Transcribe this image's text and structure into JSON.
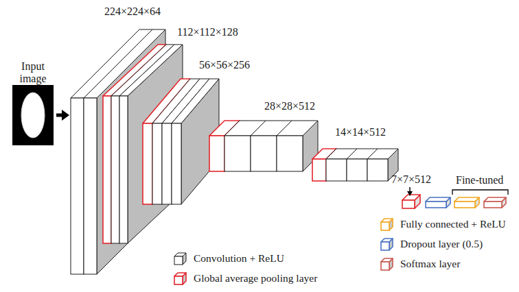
{
  "diagram": {
    "labels": [
      "Input image",
      "224×224×64",
      "112×112×128",
      "56×56×256",
      "28×28×512",
      "14×14×512",
      "7×7×512",
      "Fine-tuned"
    ],
    "legend": [
      {
        "text": "Convolution + ReLU"
      },
      {
        "text": "Global average pooling layer"
      },
      {
        "text": "Fully connected + ReLU"
      },
      {
        "text": "Dropout layer (0.5)"
      },
      {
        "text": "Softmax layer"
      }
    ]
  }
}
